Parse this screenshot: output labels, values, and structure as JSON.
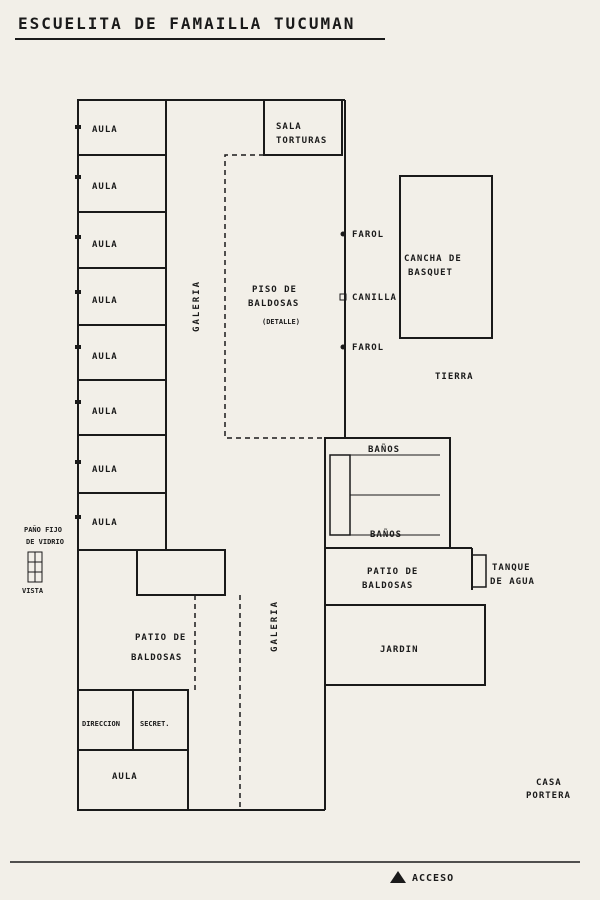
{
  "title": "ESCUELITA DE FAMAILLA TUCUMAN",
  "rooms": {
    "aula": "AULA",
    "sala_torturas_1": "SALA",
    "sala_torturas_2": "TORTURAS",
    "galeria": "GALERIA",
    "piso_1": "PISO DE",
    "piso_2": "BALDOSAS",
    "piso_detalle": "(DETALLE)",
    "farol": "FAROL",
    "canilla": "CANILLA",
    "cancha_1": "CANCHA DE",
    "cancha_2": "BASQUET",
    "tierra": "TIERRA",
    "banos": "BAÑOS",
    "tanque_1": "TANQUE",
    "tanque_2": "DE AGUA",
    "patio_1": "PATIO DE",
    "patio_2": "BALDOSAS",
    "jardin": "JARDIN",
    "direccion": "DIRECCION",
    "secret": "SECRET.",
    "pano_1": "PAÑO FIJO",
    "pano_2": "DE VIDRIO",
    "vista": "VISTA",
    "casa_1": "CASA",
    "casa_2": "PORTERA",
    "acceso": "ACCESO"
  }
}
